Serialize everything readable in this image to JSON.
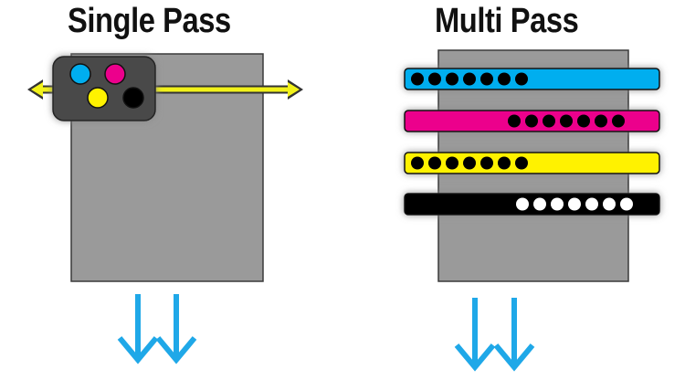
{
  "panels": {
    "single_pass": {
      "title": "Single Pass",
      "ink_colors": [
        "#00AEEF",
        "#EC008C",
        "#FFF200",
        "#000000"
      ]
    },
    "multi_pass": {
      "title": "Multi Pass",
      "print_bars": [
        {
          "color": "#00AEEF",
          "dot_color": "#000000",
          "dots": 7
        },
        {
          "color": "#EC008C",
          "dot_color": "#000000",
          "dots": 7
        },
        {
          "color": "#FFF200",
          "dot_color": "#000000",
          "dots": 7
        },
        {
          "color": "#000000",
          "dot_color": "#FFFFFF",
          "dots": 7
        }
      ]
    }
  },
  "colors": {
    "paper": "#9a9a9a",
    "paper_border": "#3a3a3a",
    "print_head": "#4a4a4a",
    "head_travel_arrow": "#F2F21A",
    "feed_arrow": "#1FA8E8"
  }
}
